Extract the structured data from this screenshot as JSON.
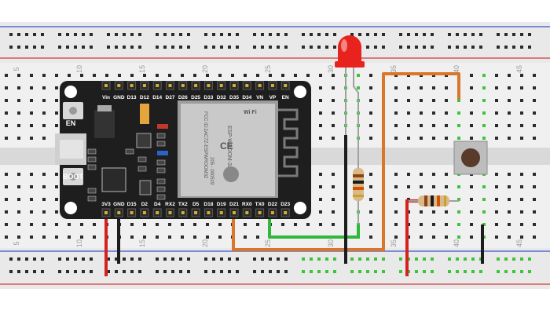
{
  "breadboard": {
    "column_numbers": [
      "5",
      "10",
      "15",
      "20",
      "25",
      "30",
      "35",
      "40",
      "45"
    ],
    "rail_hole_color": "#2a2a2a",
    "active_hole_color": "#3cc43c",
    "top_rail_line_color": "#d23a3a",
    "blue_rail_line_color": "#3b56c8"
  },
  "esp32": {
    "module_label": "ESP-WROOM-32",
    "wifi_label": "Wi Fi",
    "fcc_id": "FCC ID:2AC7Z-ESPWROOM32",
    "ce_mark": "CE",
    "reg_code": "205 - 000519",
    "pins_top": [
      "Vin",
      "GND",
      "D13",
      "D12",
      "D14",
      "D27",
      "D26",
      "D25",
      "D33",
      "D32",
      "D35",
      "D34",
      "VN",
      "VP",
      "EN"
    ],
    "pins_bottom": [
      "3V3",
      "GND",
      "D15",
      "D2",
      "D4",
      "RX2",
      "TX2",
      "D5",
      "D18",
      "D19",
      "D21",
      "RX0",
      "TX0",
      "D22",
      "D23"
    ],
    "button_en": "EN",
    "button_boot": "BOOT"
  },
  "components": {
    "led_color": "#e8231e",
    "resistor_body": "#d9b98a",
    "pushbutton": "push-button"
  },
  "wires": {
    "power_color": "#d6221f",
    "ground_color": "#1c1c1c",
    "signal_green": "#2fb83a",
    "signal_orange": "#d9762a"
  }
}
